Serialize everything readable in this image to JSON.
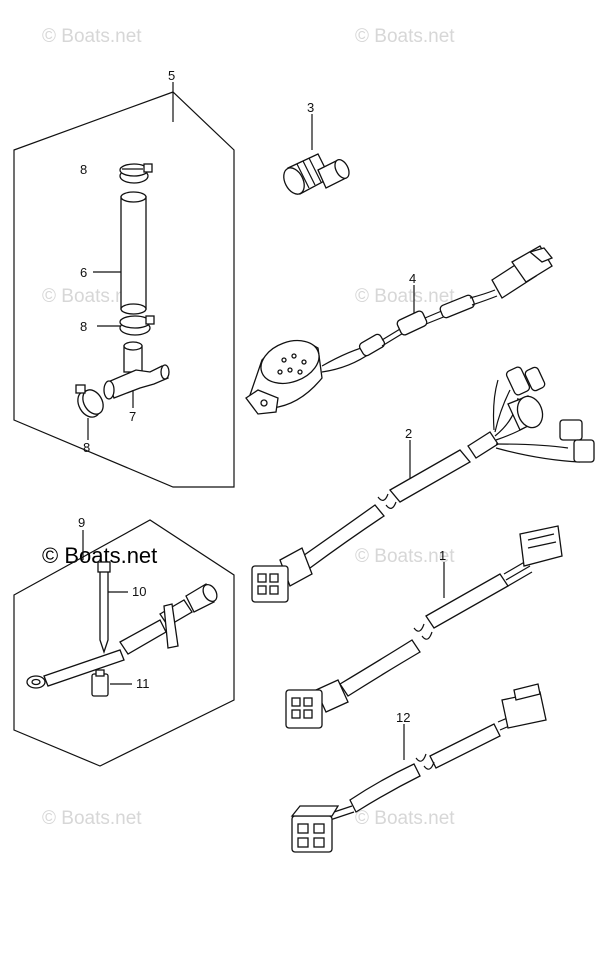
{
  "watermark": "© Boats.net",
  "watermark_main": "© Boats.net",
  "parts": [
    {
      "id": "5",
      "label": "5"
    },
    {
      "id": "3",
      "label": "3"
    },
    {
      "id": "8a",
      "label": "8"
    },
    {
      "id": "4",
      "label": "4"
    },
    {
      "id": "6",
      "label": "6"
    },
    {
      "id": "8b",
      "label": "8"
    },
    {
      "id": "7",
      "label": "7"
    },
    {
      "id": "8c",
      "label": "8"
    },
    {
      "id": "2",
      "label": "2"
    },
    {
      "id": "9",
      "label": "9"
    },
    {
      "id": "10",
      "label": "10"
    },
    {
      "id": "1",
      "label": "1"
    },
    {
      "id": "11",
      "label": "11"
    },
    {
      "id": "12",
      "label": "12"
    }
  ]
}
